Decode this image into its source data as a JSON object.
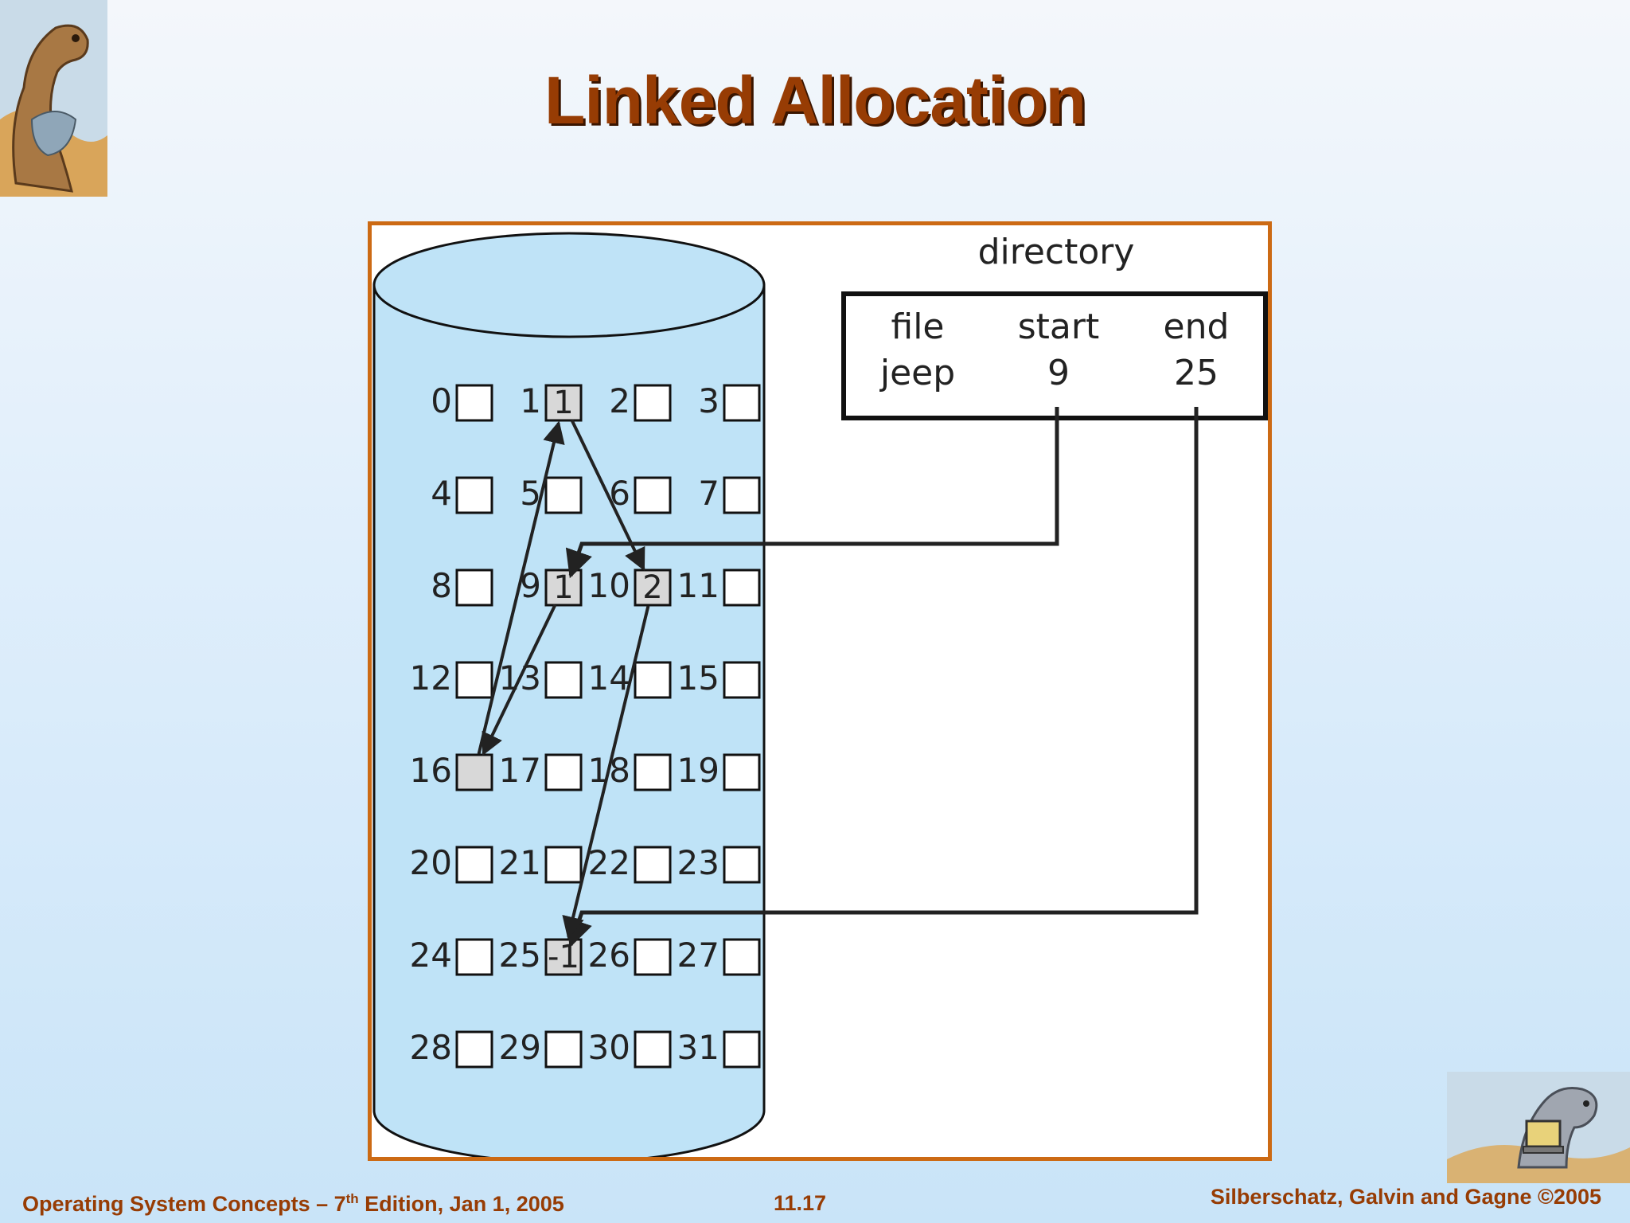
{
  "slide": {
    "title": "Linked Allocation"
  },
  "directory": {
    "label": "directory",
    "columns": [
      "file",
      "start",
      "end"
    ],
    "row": [
      "jeep",
      "9",
      "25"
    ]
  },
  "disk": {
    "blocks": [
      "0",
      "1",
      "2",
      "3",
      "4",
      "5",
      "6",
      "7",
      "8",
      "9",
      "10",
      "11",
      "12",
      "13",
      "14",
      "15",
      "16",
      "17",
      "18",
      "19",
      "20",
      "21",
      "22",
      "23",
      "24",
      "25",
      "26",
      "27",
      "28",
      "29",
      "30",
      "31"
    ],
    "block_pointers": [
      {
        "block": 1,
        "value": "1"
      },
      {
        "block": 9,
        "value": "1"
      },
      {
        "block": 10,
        "value": "2"
      },
      {
        "block": 16,
        "value": ""
      },
      {
        "block": 25,
        "value": "-1"
      }
    ],
    "chain": [
      9,
      16,
      1,
      10,
      25
    ],
    "used_block_color": "#d8d8d8",
    "cylinder_color": "#bfe3f7"
  },
  "footer": {
    "left_prefix": "Operating System Concepts – 7",
    "left_sup": "th",
    "left_suffix": " Edition, Jan 1, 2005",
    "center": "11.17",
    "right": "Silberschatz, Galvin and Gagne ©2005"
  },
  "colors": {
    "title": "#973c04",
    "frame": "#cc6a14"
  },
  "icons": {
    "top_left": "dinosaur-logo-icon",
    "bottom_right": "dinosaur-computer-logo-icon"
  }
}
